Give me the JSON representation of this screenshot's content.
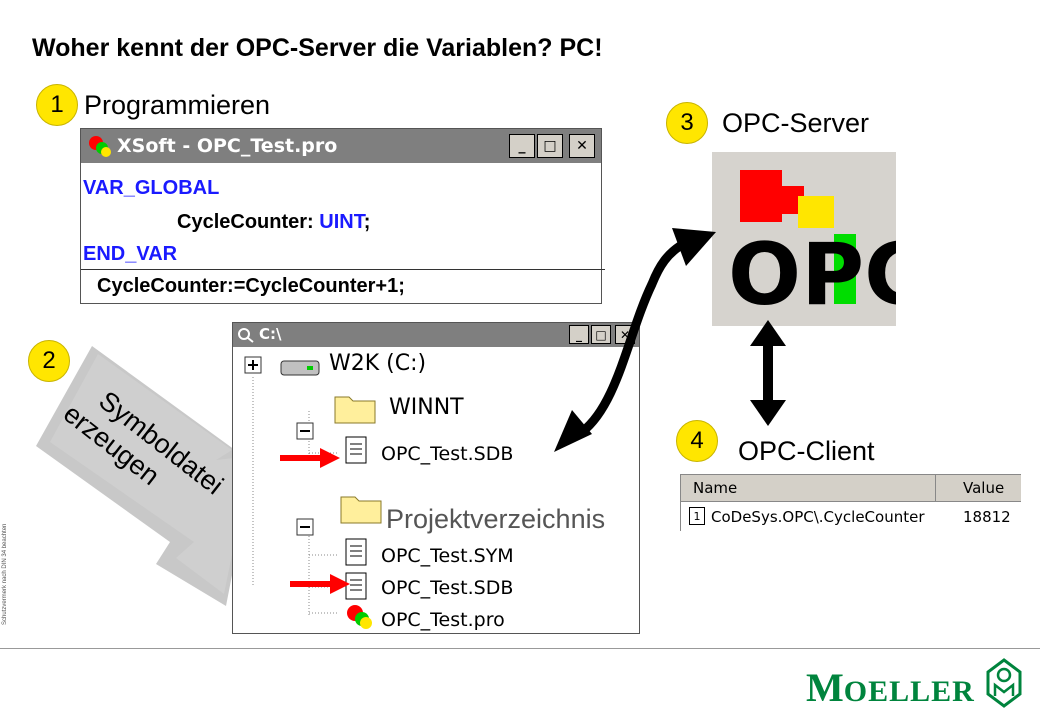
{
  "title": "Woher kennt der OPC-Server die Variablen? PC!",
  "steps": [
    {
      "number": "1",
      "label": "Programmieren"
    },
    {
      "number": "2",
      "label": "Symboldatei erzeugen",
      "line1": "Symboldatei",
      "line2": "erzeugen"
    },
    {
      "number": "3",
      "label": "OPC-Server"
    },
    {
      "number": "4",
      "label": "OPC-Client"
    }
  ],
  "xsoft_window": {
    "title": "XSoft - OPC_Test.pro",
    "code": {
      "l1": "VAR_GLOBAL",
      "l2_name": "CycleCounter: ",
      "l2_type": "UINT",
      "l2_end": ";",
      "l3": "END_VAR",
      "l4": "CycleCounter:=CycleCounter+1;"
    }
  },
  "explorer_window": {
    "title": "C:\\",
    "items": {
      "drive": "W2K (C:)",
      "winnt": "WINNT",
      "sdb1": "OPC_Test.SDB",
      "sym": "OPC_Test.SYM",
      "sdb2": "OPC_Test.SDB",
      "pro": "OPC_Test.pro"
    }
  },
  "project_dir_label": "Projektverzeichnis",
  "opc_logo_text": "OPC",
  "client_table": {
    "headers": {
      "name": "Name",
      "value": "Value"
    },
    "row": {
      "index": "1",
      "name": "CoDeSys.OPC\\.CycleCounter",
      "value": "18812"
    }
  },
  "footer": {
    "brand": "MOELLER",
    "brand_first": "M",
    "brand_rest": "OELLER",
    "side_note": "Schutzvermerk nach DIN 34 beachten"
  },
  "colors": {
    "badge": "#ffe600",
    "keyword": "#1a1aff",
    "arrow_red": "#ff0000",
    "brand_green": "#00843d"
  }
}
